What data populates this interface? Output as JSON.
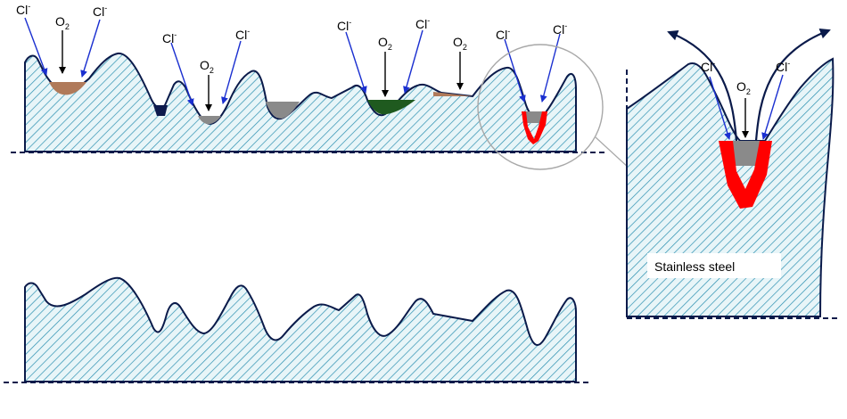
{
  "labels": {
    "chloride_base": "Cl",
    "chloride_charge": "-",
    "oxygen_base": "O",
    "oxygen_subscript": "2",
    "material": "Stainless steel"
  },
  "colors": {
    "hatch": "#2a8fb0",
    "fill_bg": "#e8f5f8",
    "outline": "#0a1a4a",
    "dashed_line": "#0a1a4a",
    "arrow_blue": "#1a2fd0",
    "arrow_black": "#000000",
    "deposit_brown": "#b07a5a",
    "deposit_grey": "#8a8a8a",
    "deposit_green": "#1f5a1f",
    "deposit_navy": "#0d1a4d",
    "corrosion_red": "#ff0000",
    "magnifier": "#a8a8a8"
  },
  "icons": {
    "magnifier": "magnifier-circle-icon",
    "escape_arrows": "curved-escape-arrow-icon"
  }
}
